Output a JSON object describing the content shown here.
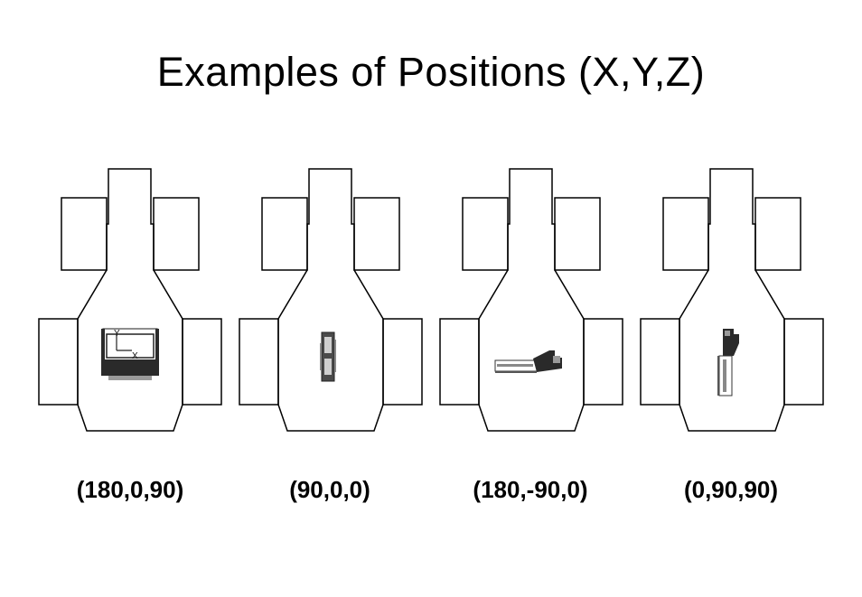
{
  "slide": {
    "title": "Examples of Positions (X,Y,Z)"
  },
  "colors": {
    "outline": "#000000",
    "background": "#ffffff",
    "part_dark": "#2a2a2a",
    "part_mid": "#7a7a7a",
    "part_light": "#d0d0d0"
  },
  "positions": [
    {
      "label": "(180,0,90)",
      "icon": "board-top-view-icon",
      "axis_x": "X",
      "axis_y": "Y"
    },
    {
      "label": "(90,0,0)",
      "icon": "board-edge-vertical-icon"
    },
    {
      "label": "(180,-90,0)",
      "icon": "board-side-horizontal-icon"
    },
    {
      "label": "(0,90,90)",
      "icon": "board-side-vertical-icon"
    }
  ]
}
